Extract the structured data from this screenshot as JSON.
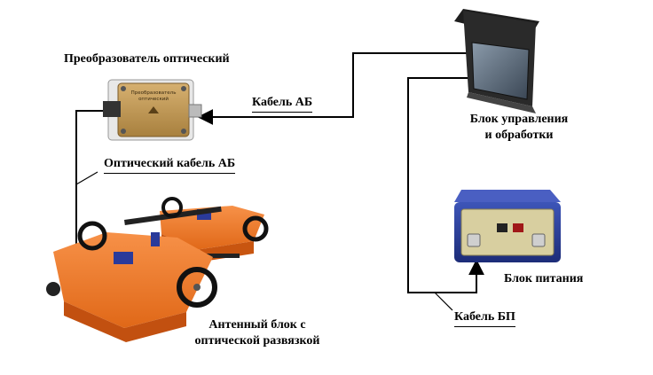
{
  "labels": {
    "converter": "Преобразователь оптический",
    "cable_ab": "Кабель АБ",
    "optical_cable": "Оптический кабель АБ",
    "control_unit_line1": "Блок управления",
    "control_unit_line2": "и обработки",
    "power_unit": "Блок питания",
    "cable_bp": "Кабель БП",
    "antenna_line1": "Антенный блок с",
    "antenna_line2": "оптической развязкой"
  },
  "device_text": {
    "converter_plate_line1": "Преобразователь",
    "converter_plate_line2": "оптический"
  },
  "colors": {
    "antenna_orange": "#f07a2a",
    "converter_gold": "#c8a058",
    "power_blue": "#2a3f9a",
    "laptop_dark": "#2a2a2a"
  }
}
